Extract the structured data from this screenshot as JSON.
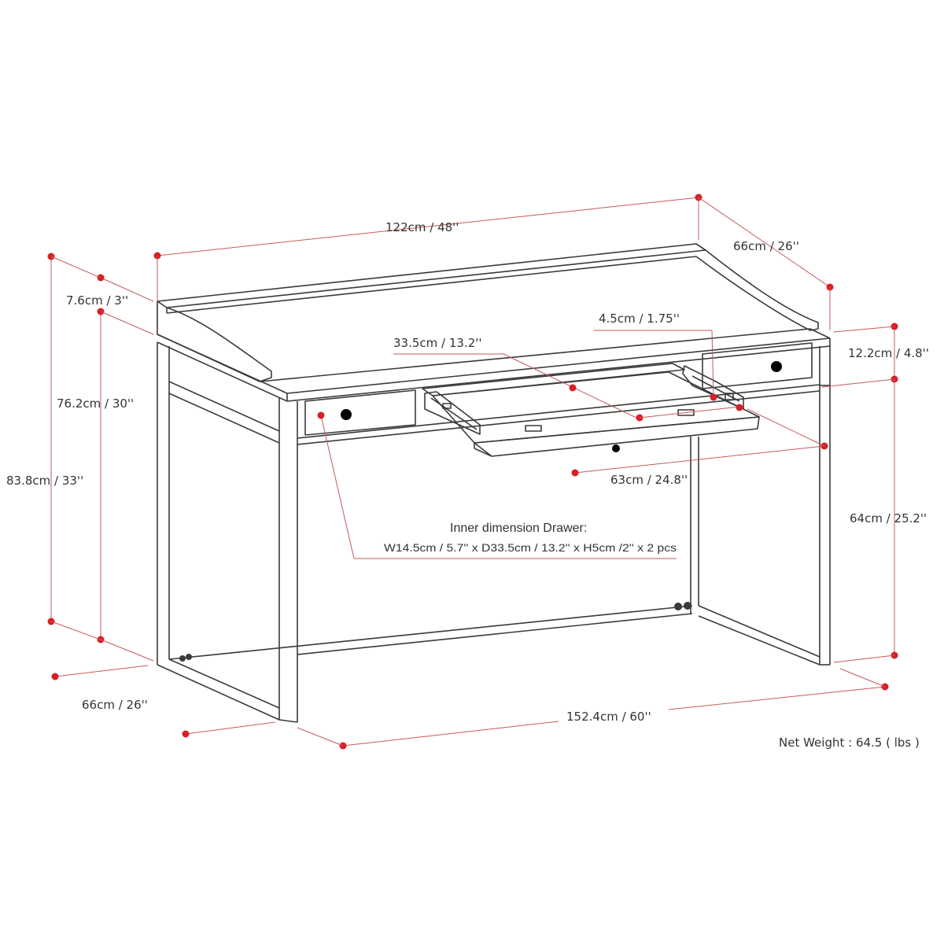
{
  "colors": {
    "dimension_line": "#c65a5a",
    "dimension_dot": "#d81f26",
    "outline": "#3a3a3a",
    "text": "#333333",
    "background": "#ffffff"
  },
  "dimensions": {
    "top_width": "122cm / 48''",
    "top_depth": "66cm / 26''",
    "hutch_height": "7.6cm / 3''",
    "desk_height": "76.2cm / 30''",
    "total_height": "83.8cm / 33''",
    "apron_height": "12.2cm / 4.8''",
    "tray_thickness": "4.5cm / 1.75''",
    "tray_depth": "33.5cm / 13.2''",
    "tray_width": "63cm / 24.8''",
    "knee_height": "64cm / 25.2''",
    "base_depth": "66cm / 26''",
    "base_width": "152.4cm / 60''"
  },
  "notes": {
    "drawer_title": "Inner dimension Drawer:",
    "drawer_detail": "W14.5cm / 5.7'' x D33.5cm / 13.2'' x H5cm /2'' x 2 pcs",
    "net_weight": "Net Weight : 64.5 ( lbs )"
  }
}
